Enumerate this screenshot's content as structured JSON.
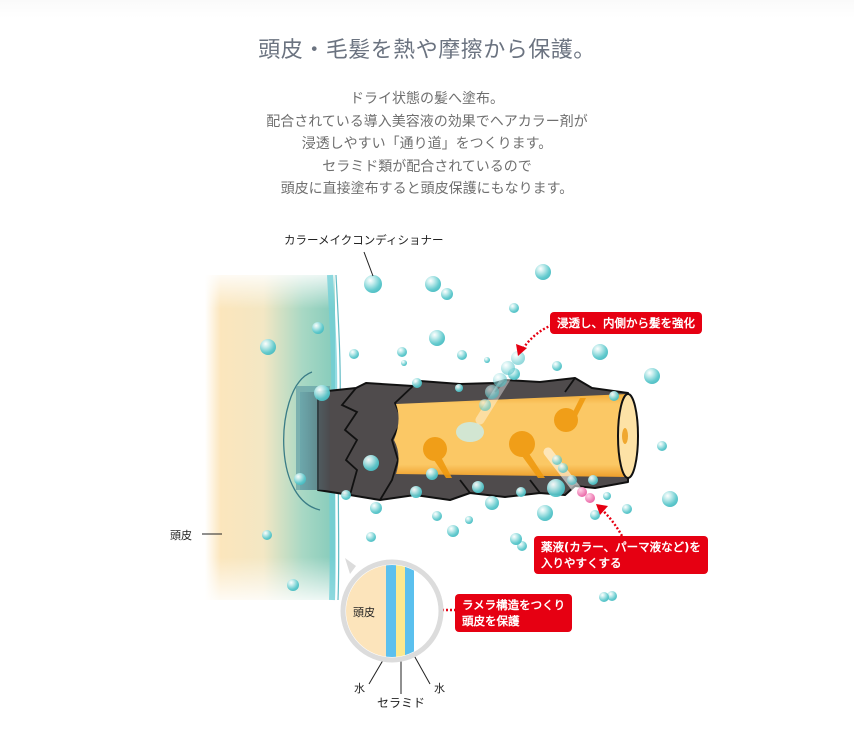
{
  "header": {
    "title": "頭皮・毛髪を熱や摩擦から保護。"
  },
  "lead": {
    "lines": [
      "ドライ状態の髪へ塗布。",
      "配合されている導入美容液の効果でヘアカラー剤が",
      "浸透しやすい「通り道」をつくります。",
      "セラミド類が配合されているので",
      "頭皮に直接塗布すると頭皮保護にもなります。"
    ]
  },
  "diagram": {
    "labels": {
      "conditioner": "カラーメイクコンディショナー",
      "scalp": "頭皮",
      "scalp_line": "——",
      "inset_scalp": "頭皮",
      "water_left": "水",
      "water_right": "水",
      "ceramide": "セラミド"
    },
    "callouts": {
      "penetrate": [
        "浸透し、内側から髪を強化"
      ],
      "chemical": [
        "薬液(カラー、パーマ液など)を",
        "入りやすくする"
      ],
      "lamellar": [
        "ラメラ構造をつくり",
        "頭皮を保護"
      ]
    },
    "colors": {
      "callout_red": "#e60012",
      "bubble": "#5cc8cc",
      "scalp_green": "#8fcfbf",
      "scalp_peach": "#fbe3b5",
      "hair_cuticle": "#4f4b4c",
      "hair_cortex": "#f9c35a",
      "medulla_spot": "#ef9a10",
      "inset_blue": "#5bc0ee",
      "inset_yellow": "#fbe98f",
      "inset_ring": "#dcdcdc",
      "pink_bubble": "#e85aa0"
    },
    "bubbles": [
      [
        373,
        284,
        9
      ],
      [
        433,
        284,
        8
      ],
      [
        447,
        294,
        6
      ],
      [
        543,
        272,
        8
      ],
      [
        514,
        308,
        5
      ],
      [
        268,
        347,
        8
      ],
      [
        318,
        328,
        6
      ],
      [
        354,
        354,
        5
      ],
      [
        402,
        352,
        5
      ],
      [
        437,
        338,
        8
      ],
      [
        462,
        355,
        5
      ],
      [
        417,
        383,
        5
      ],
      [
        459,
        388,
        4
      ],
      [
        514,
        374,
        6
      ],
      [
        557,
        366,
        5
      ],
      [
        600,
        352,
        8
      ],
      [
        652,
        376,
        8
      ],
      [
        614,
        396,
        5
      ],
      [
        322,
        393,
        8
      ],
      [
        371,
        463,
        8
      ],
      [
        300,
        479,
        6
      ],
      [
        346,
        495,
        5
      ],
      [
        432,
        474,
        6
      ],
      [
        478,
        487,
        6
      ],
      [
        521,
        492,
        5
      ],
      [
        556,
        488,
        9
      ],
      [
        593,
        480,
        5
      ],
      [
        607,
        496,
        4
      ],
      [
        627,
        509,
        5
      ],
      [
        662,
        446,
        5
      ],
      [
        670,
        499,
        8
      ],
      [
        416,
        492,
        6
      ],
      [
        492,
        503,
        7
      ],
      [
        545,
        513,
        8
      ],
      [
        437,
        516,
        5
      ],
      [
        469,
        520,
        4
      ],
      [
        453,
        531,
        6
      ],
      [
        371,
        537,
        5
      ],
      [
        376,
        508,
        6
      ],
      [
        522,
        546,
        5
      ],
      [
        267,
        535,
        5
      ],
      [
        293,
        585,
        6
      ],
      [
        612,
        596,
        5
      ],
      [
        576,
        556,
        6
      ],
      [
        516,
        539,
        6
      ],
      [
        595,
        515,
        5
      ],
      [
        604,
        597,
        5
      ],
      [
        404,
        363,
        3
      ],
      [
        487,
        360,
        3
      ]
    ],
    "trail_bubbles": [
      [
        518,
        358,
        7
      ],
      [
        508,
        368,
        7
      ],
      [
        500,
        380,
        7
      ],
      [
        492,
        392,
        7
      ],
      [
        485,
        405,
        6
      ]
    ],
    "trail2_bubbles": [
      [
        557,
        460,
        5
      ],
      [
        563,
        468,
        5
      ],
      [
        572,
        480,
        5
      ]
    ],
    "pink_bubbles": [
      [
        582,
        492,
        5
      ],
      [
        590,
        498,
        5
      ]
    ]
  }
}
